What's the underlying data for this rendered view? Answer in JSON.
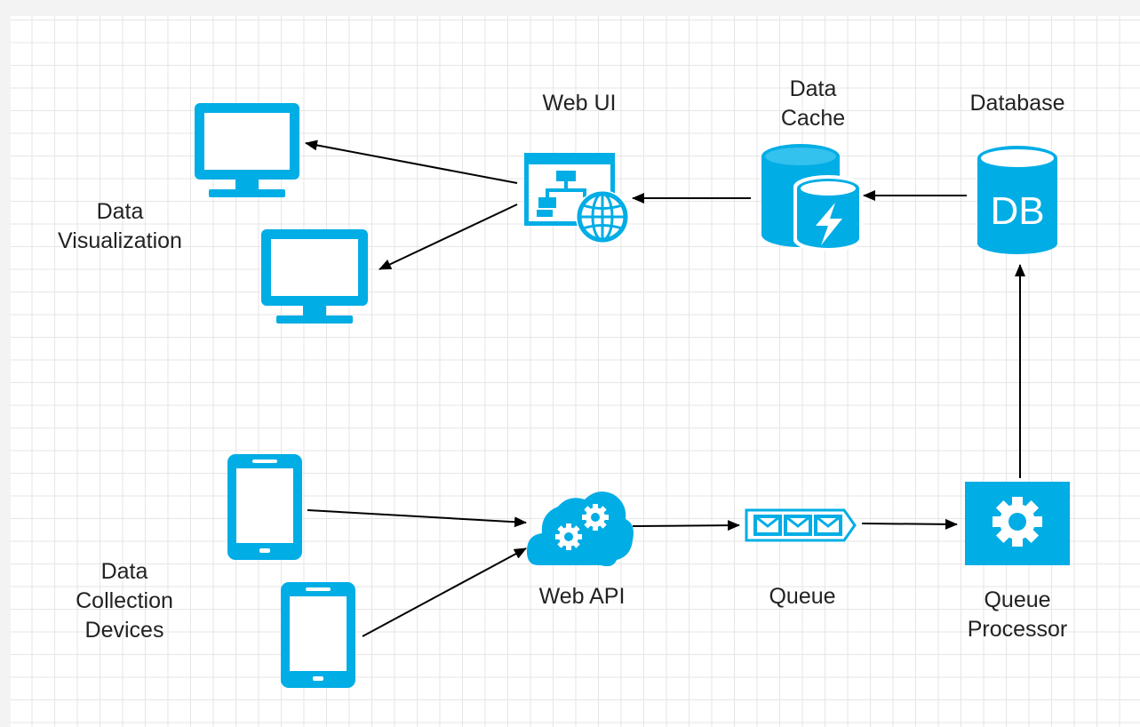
{
  "colors": {
    "primary": "#00ade5",
    "arrow": "#000000",
    "grid": "#e6e6e6",
    "canvas": "#ffffff"
  },
  "labels": {
    "data_visualization": [
      "Data",
      "Visualization"
    ],
    "data_collection_devices": [
      "Data",
      "Collection",
      "Devices"
    ],
    "web_ui": "Web UI",
    "data_cache": [
      "Data",
      "Cache"
    ],
    "database": "Database",
    "db_icon_text": "DB",
    "web_api": "Web API",
    "queue": "Queue",
    "queue_processor": [
      "Queue",
      "Processor"
    ]
  },
  "nodes": [
    {
      "name": "monitor-icon",
      "label": "Data Visualization"
    },
    {
      "name": "monitor-icon",
      "label": "Data Visualization"
    },
    {
      "name": "web-ui-icon",
      "label": "Web UI"
    },
    {
      "name": "data-cache-icon",
      "label": "Data Cache"
    },
    {
      "name": "database-icon",
      "label": "Database"
    },
    {
      "name": "tablet-icon",
      "label": "Data Collection Devices"
    },
    {
      "name": "tablet-icon",
      "label": "Data Collection Devices"
    },
    {
      "name": "cloud-gears-icon",
      "label": "Web API"
    },
    {
      "name": "queue-icon",
      "label": "Queue"
    },
    {
      "name": "gear-icon",
      "label": "Queue Processor"
    }
  ],
  "edges": [
    {
      "from": "Web UI",
      "to": "Data Visualization (monitor 1)"
    },
    {
      "from": "Web UI",
      "to": "Data Visualization (monitor 2)"
    },
    {
      "from": "Data Cache",
      "to": "Web UI"
    },
    {
      "from": "Database",
      "to": "Data Cache"
    },
    {
      "from": "Data Collection Devices (tablet 1)",
      "to": "Web API"
    },
    {
      "from": "Data Collection Devices (tablet 2)",
      "to": "Web API"
    },
    {
      "from": "Web API",
      "to": "Queue"
    },
    {
      "from": "Queue",
      "to": "Queue Processor"
    },
    {
      "from": "Queue Processor",
      "to": "Database"
    }
  ]
}
